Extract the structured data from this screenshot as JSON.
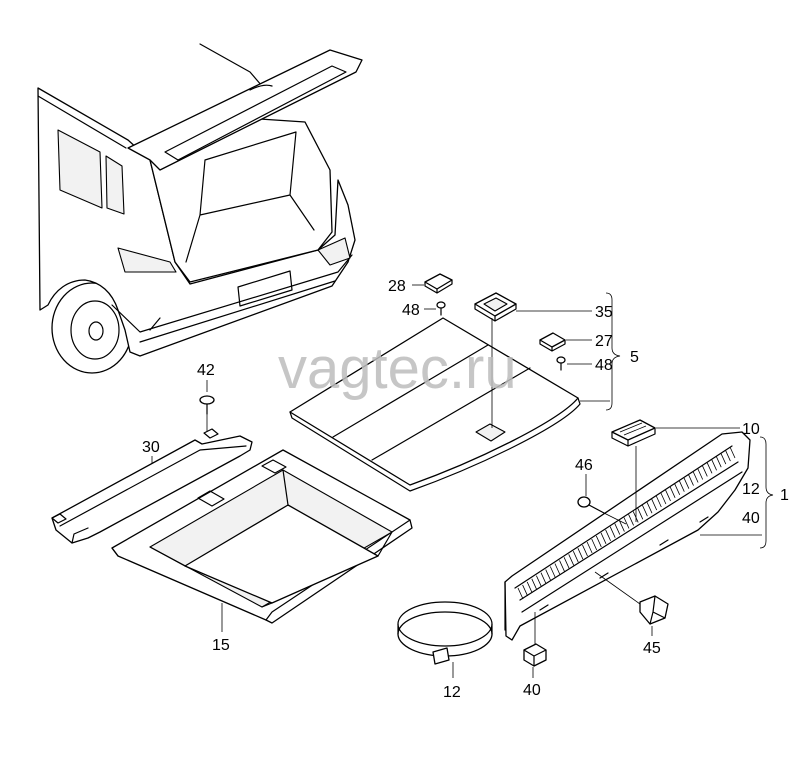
{
  "watermark": "vagtec.ru",
  "labels": {
    "l28": "28",
    "l48a": "48",
    "l35": "35",
    "l27": "27",
    "l48b": "48",
    "l5": "5",
    "l42": "42",
    "l30": "30",
    "l15": "15",
    "l10": "10",
    "l12a": "12",
    "l1": "1",
    "l40a": "40",
    "l46": "46",
    "l45": "45",
    "l12b": "12",
    "l40b": "40"
  }
}
